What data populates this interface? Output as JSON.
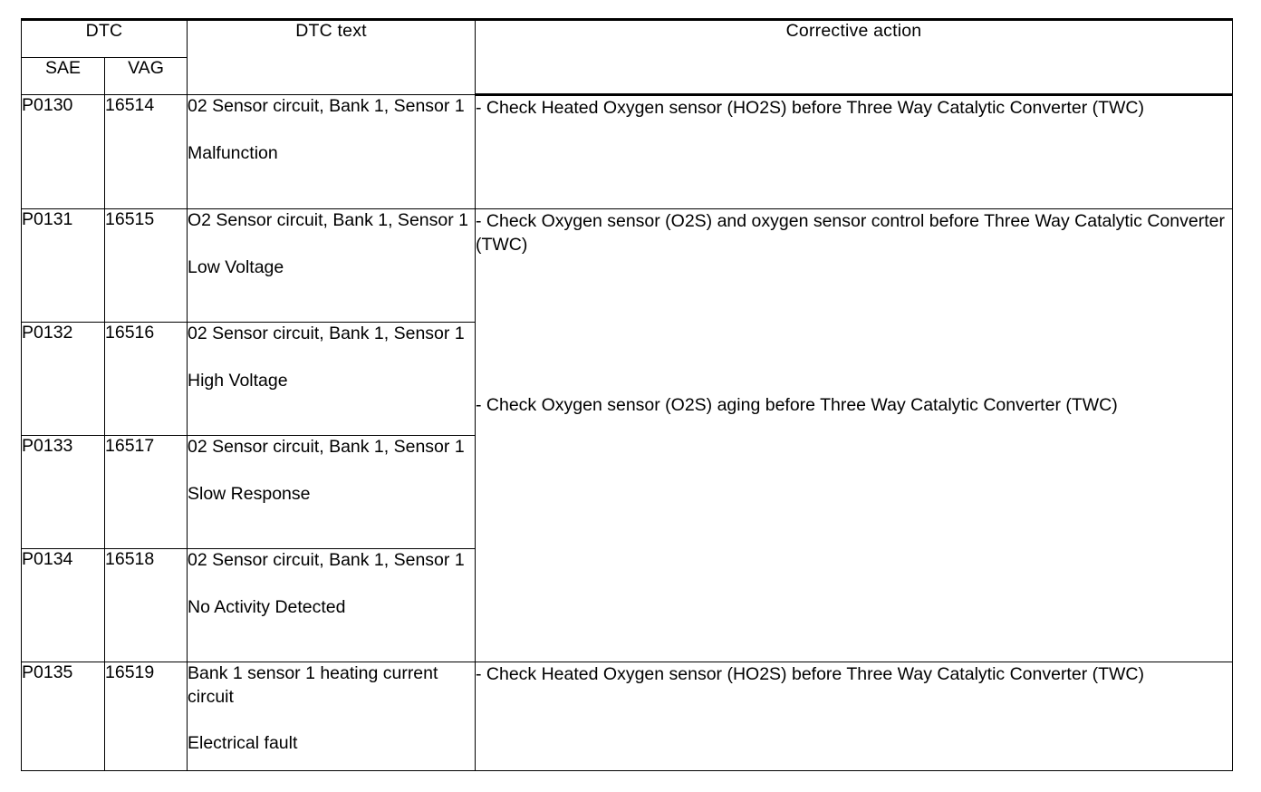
{
  "table": {
    "headers": {
      "group_dtc": "DTC",
      "sub_sae": "SAE",
      "sub_vag": "VAG",
      "dtc_text": "DTC text",
      "corrective_action": "Corrective action"
    },
    "rows": [
      {
        "sae": "P0130",
        "vag": "16514",
        "description": "02 Sensor circuit, Bank 1, Sensor 1",
        "qualifier": "Malfunction"
      },
      {
        "sae": "P0131",
        "vag": "16515",
        "description": "O2 Sensor circuit, Bank 1, Sensor 1",
        "qualifier": "Low Voltage"
      },
      {
        "sae": "P0132",
        "vag": "16516",
        "description": "02 Sensor circuit, Bank 1, Sensor 1",
        "qualifier": "High Voltage"
      },
      {
        "sae": "P0133",
        "vag": "16517",
        "description": "02 Sensor circuit, Bank 1, Sensor 1",
        "qualifier": "Slow Response"
      },
      {
        "sae": "P0134",
        "vag": "16518",
        "description": "02 Sensor circuit, Bank 1, Sensor 1",
        "qualifier": "No Activity Detected"
      },
      {
        "sae": "P0135",
        "vag": "16519",
        "description": "Bank 1 sensor 1 heating current circuit",
        "qualifier": "Electrical fault"
      }
    ],
    "corrective_actions": [
      "- Check Heated Oxygen sensor (HO2S) before Three Way Catalytic Converter (TWC)",
      "- Check Oxygen sensor (O2S) and oxygen sensor control before Three Way Catalytic Converter (TWC)",
      "- Check Oxygen sensor (O2S) aging before Three Way Catalytic Converter (TWC)",
      "- Check Heated Oxygen sensor (HO2S) before Three Way Catalytic Converter (TWC)"
    ]
  }
}
